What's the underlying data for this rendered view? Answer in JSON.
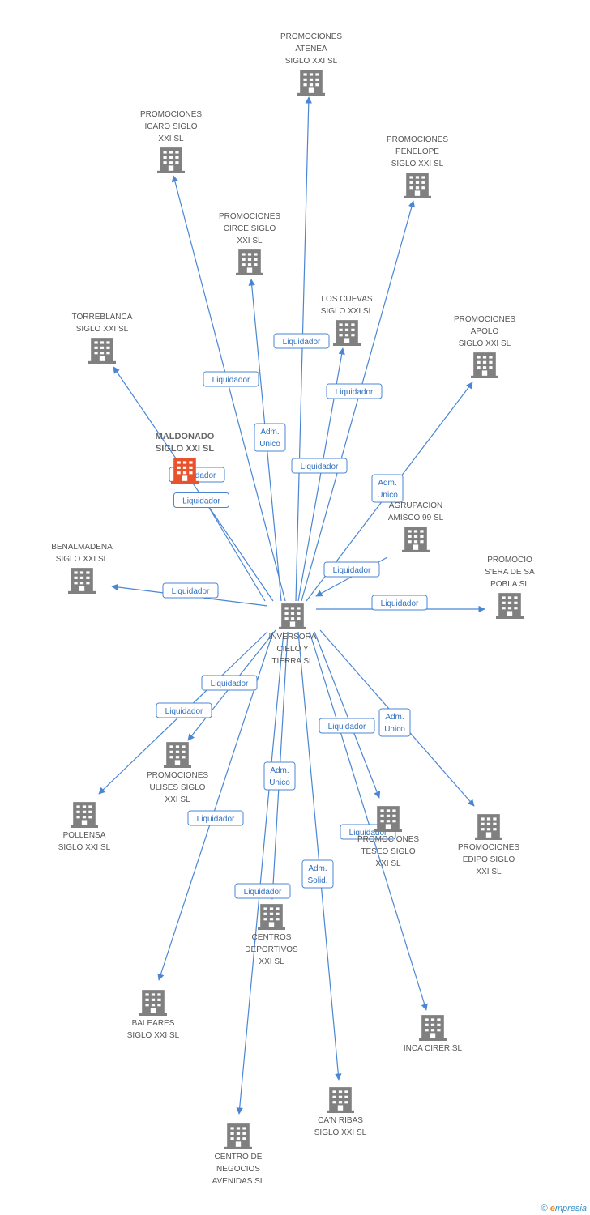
{
  "colors": {
    "edge": "#4a86d4",
    "node_icon": "#808080",
    "highlight_icon": "#e8532c",
    "edge_label_text": "#2f6fc0"
  },
  "nodes": [
    {
      "id": "center",
      "lines": [
        "INVERSORA",
        "CIELO Y",
        "TIERRA SL"
      ],
      "icon": "building-icon"
    },
    {
      "id": "atenea",
      "lines": [
        "PROMOCIONES",
        "ATENEA",
        "SIGLO XXI SL"
      ],
      "icon": "building-icon"
    },
    {
      "id": "icaro",
      "lines": [
        "PROMOCIONES",
        "ICARO SIGLO",
        "XXI SL"
      ],
      "icon": "building-icon"
    },
    {
      "id": "penelope",
      "lines": [
        "PROMOCIONES",
        "PENELOPE",
        "SIGLO XXI SL"
      ],
      "icon": "building-icon"
    },
    {
      "id": "circe",
      "lines": [
        "PROMOCIONES",
        "CIRCE SIGLO",
        "XXI SL"
      ],
      "icon": "building-icon"
    },
    {
      "id": "cuevas",
      "lines": [
        "LOS CUEVAS",
        "SIGLO XXI SL"
      ],
      "icon": "building-icon"
    },
    {
      "id": "torreblanca",
      "lines": [
        "TORREBLANCA",
        "SIGLO XXI SL"
      ],
      "icon": "building-icon"
    },
    {
      "id": "apolo",
      "lines": [
        "PROMOCIONES",
        "APOLO",
        "SIGLO XXI SL"
      ],
      "icon": "building-icon"
    },
    {
      "id": "maldonado",
      "lines": [
        "MALDONADO",
        "SIGLO XXI SL"
      ],
      "icon": "building-icon",
      "highlight": true
    },
    {
      "id": "amisco",
      "lines": [
        "AGRUPACION",
        "AMISCO 99 SL"
      ],
      "icon": "building-icon"
    },
    {
      "id": "benalmadena",
      "lines": [
        "BENALMADENA",
        "SIGLO XXI SL"
      ],
      "icon": "building-icon"
    },
    {
      "id": "sapobla",
      "lines": [
        "PROMOCIO",
        "S'ERA DE SA",
        "POBLA SL"
      ],
      "icon": "building-icon"
    },
    {
      "id": "ulises",
      "lines": [
        "PROMOCIONES",
        "ULISES SIGLO",
        "XXI SL"
      ],
      "icon": "building-icon"
    },
    {
      "id": "pollensa",
      "lines": [
        "POLLENSA",
        "SIGLO XXI SL"
      ],
      "icon": "building-icon"
    },
    {
      "id": "teseo",
      "lines": [
        "PROMOCIONES",
        "TESEO SIGLO",
        "XXI SL"
      ],
      "icon": "building-icon"
    },
    {
      "id": "edipo",
      "lines": [
        "PROMOCIONES",
        "EDIPO SIGLO",
        "XXI SL"
      ],
      "icon": "building-icon"
    },
    {
      "id": "deportivos",
      "lines": [
        "CENTROS",
        "DEPORTIVOS",
        "XXI SL"
      ],
      "icon": "building-icon"
    },
    {
      "id": "baleares",
      "lines": [
        "BALEARES",
        "SIGLO XXI SL"
      ],
      "icon": "building-icon"
    },
    {
      "id": "inca",
      "lines": [
        "INCA CIRER SL"
      ],
      "icon": "building-icon"
    },
    {
      "id": "canribas",
      "lines": [
        "CA'N RIBAS",
        "SIGLO XXI SL"
      ],
      "icon": "building-icon"
    },
    {
      "id": "avenidas",
      "lines": [
        "CENTRO DE",
        "NEGOCIOS",
        "AVENIDAS SL"
      ],
      "icon": "building-icon"
    }
  ],
  "edges": [
    {
      "to": "atenea",
      "lines": [
        "Liquidador"
      ]
    },
    {
      "to": "icaro",
      "lines": [
        "Liquidador"
      ]
    },
    {
      "to": "penelope",
      "lines": [
        "Liquidador"
      ]
    },
    {
      "to": "circe",
      "lines": [
        "Adm.",
        "Unico"
      ]
    },
    {
      "to": "cuevas",
      "lines": [
        "Liquidador"
      ]
    },
    {
      "to": "torreblanca",
      "lines": [
        "Liquidador"
      ]
    },
    {
      "to": "apolo",
      "lines": [
        "Adm.",
        "Unico"
      ]
    },
    {
      "to": "maldonado",
      "lines": [
        "Liquidador"
      ]
    },
    {
      "to": "center",
      "from": "amisco",
      "lines": [
        "Liquidador"
      ]
    },
    {
      "to": "benalmadena",
      "lines": [
        "Liquidador"
      ]
    },
    {
      "to": "sapobla",
      "lines": [
        "Liquidador"
      ]
    },
    {
      "to": "ulises",
      "lines": [
        "Liquidador"
      ]
    },
    {
      "to": "pollensa",
      "lines": [
        "Liquidador"
      ]
    },
    {
      "to": "teseo",
      "lines": [
        "Liquidador"
      ]
    },
    {
      "to": "edipo",
      "lines": [
        "Adm.",
        "Unico"
      ]
    },
    {
      "to": "deportivos",
      "lines": [
        "Adm.",
        "Unico"
      ]
    },
    {
      "to": "baleares",
      "lines": [
        "Liquidador"
      ]
    },
    {
      "to": "inca",
      "lines": [
        "Liquidador"
      ]
    },
    {
      "to": "canribas",
      "lines": [
        "Adm.",
        "Solid."
      ]
    },
    {
      "to": "avenidas",
      "lines": [
        "Liquidador"
      ]
    }
  ],
  "footer": {
    "copyright": "©",
    "brand_initial": "e",
    "brand_rest": "mpresia"
  }
}
